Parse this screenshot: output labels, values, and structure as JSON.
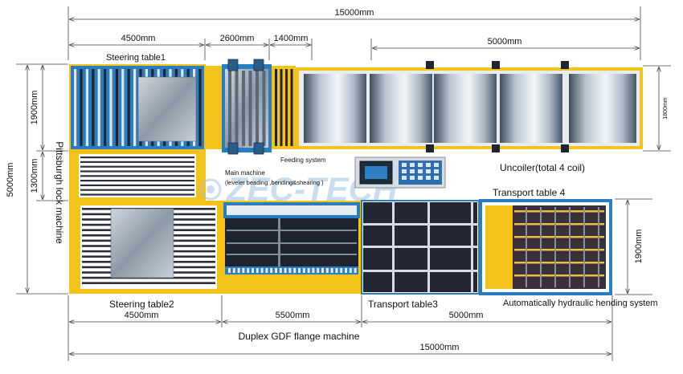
{
  "dimensions": {
    "total_top": "15000mm",
    "seg_4500_top": "4500mm",
    "seg_2600": "2600mm",
    "seg_1400": "1400mm",
    "seg_5000_top": "5000mm",
    "left_5000": "5000mm",
    "left_1900": "1900mm",
    "left_1300": "1300mm",
    "right_1800": "1800mm",
    "right_1900": "1900mm",
    "seg_4500_bottom": "4500mm",
    "seg_5500": "5500mm",
    "seg_5000_bottom": "5000mm",
    "total_bottom": "15000mm"
  },
  "labels": {
    "steering_table_1": "Steering table1",
    "steering_table_2": "Steering table2",
    "pittsburgh": "Pittsburgh lock machine",
    "feeding_system": "Feeding system",
    "main_machine": "Main machine",
    "main_machine_detail": "(leveler beading ,bending&shearing )",
    "uncoiler": "Uncoiler(total 4 coil)",
    "transport_table_4": "Transport table 4",
    "transport_table_3": "Transport table3",
    "hydraulic_bending": "Automatically hydraulic hending system",
    "duplex_gdf": "Duplex GDF flange machine"
  },
  "watermark": {
    "text": "ZEC-TECH",
    "color": "#9fc3e0"
  },
  "colors": {
    "frame_yellow": "#f3c31b",
    "frame_blue": "#2a7dbf",
    "roller_dark": "#232733",
    "roller_light": "#dfe6ee"
  }
}
